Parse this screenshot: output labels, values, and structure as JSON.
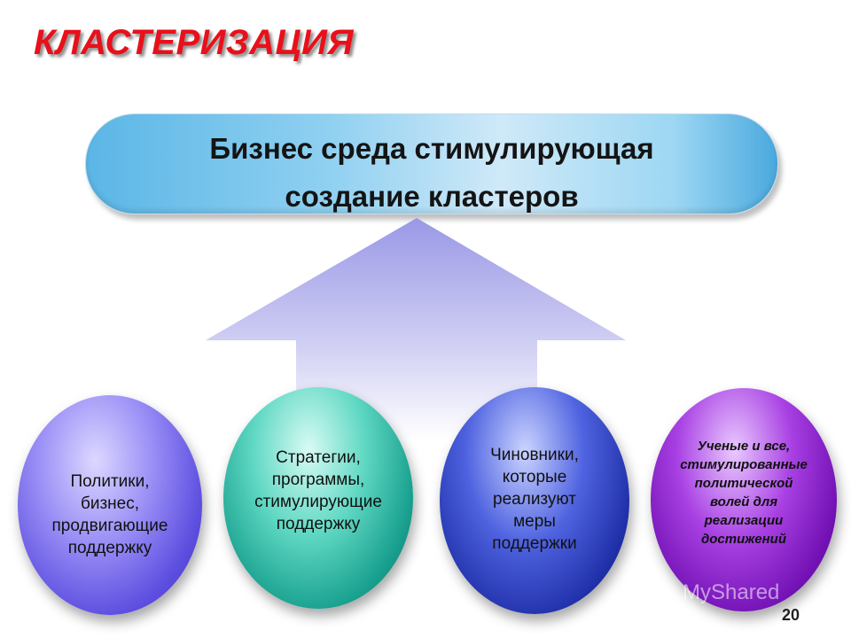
{
  "title": "КЛАСТЕРИЗАЦИЯ",
  "banner": {
    "line1": "Бизнес среда стимулирующая",
    "line2": "создание кластеров"
  },
  "circles": [
    {
      "lines": [
        "Политики,",
        "бизнес,",
        "продвигающие",
        "поддержку"
      ],
      "color": "#5e4fe0"
    },
    {
      "lines": [
        "Стратегии,",
        "программы,",
        "стимулирующие",
        "поддержку"
      ],
      "color": "#1aa190"
    },
    {
      "lines": [
        "Чиновники,",
        "которые",
        "реализуют",
        "меры",
        "поддержки"
      ],
      "color": "#1f2fa8"
    },
    {
      "lines": [
        "Ученые и все,",
        "стимулированные",
        "политической",
        "волей для",
        "реализации",
        "достижений"
      ],
      "color": "#7110b3"
    }
  ],
  "arrow": {
    "color": "#9a98e6",
    "icon": "up-arrow"
  },
  "watermark": "MyShared",
  "slide_number": "20"
}
